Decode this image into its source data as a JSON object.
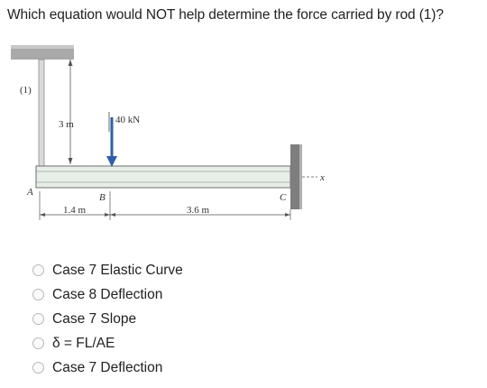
{
  "question": {
    "text": "Which equation would NOT help determine the force carried by rod (1)?"
  },
  "figure": {
    "rod_label": "(1)",
    "rod_length": "3 m",
    "load": "40 kN",
    "point_a": "A",
    "point_b": "B",
    "point_c": "C",
    "axis_x": "x",
    "dim_ab": "1.4 m",
    "dim_bc": "3.6 m"
  },
  "options": [
    {
      "label": "Case 7 Elastic Curve",
      "selected": false
    },
    {
      "label": "Case 8 Deflection",
      "selected": false
    },
    {
      "label": "Case 7 Slope",
      "selected": false
    },
    {
      "label": "δ = FL/AE",
      "selected": false
    },
    {
      "label": "Case 7 Deflection",
      "selected": false
    }
  ]
}
